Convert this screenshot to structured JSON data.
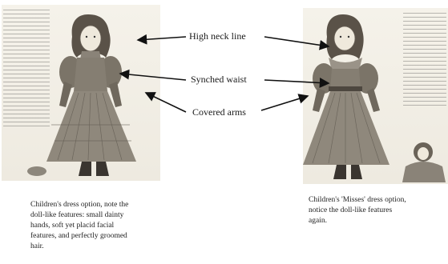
{
  "annotations": {
    "neck": "High neck line",
    "waist": "Synched waist",
    "arms": "Covered arms"
  },
  "captions": {
    "left": "Children's dress option, note the\ndoll-like features: small dainty\nhands, soft yet placid facial\nfeatures, and perfectly groomed\nhair.",
    "right": "Children's 'Misses' dress option,\nnotice the doll-like features\nagain."
  },
  "colors": {
    "ink": "#2a2a2a",
    "paper": "#f3f0e8",
    "caption_text": "#222222"
  },
  "icons": {
    "plates": [
      "girl-dress-engraving",
      "misses-dress-engraving",
      "seated-doll-engraving"
    ]
  }
}
